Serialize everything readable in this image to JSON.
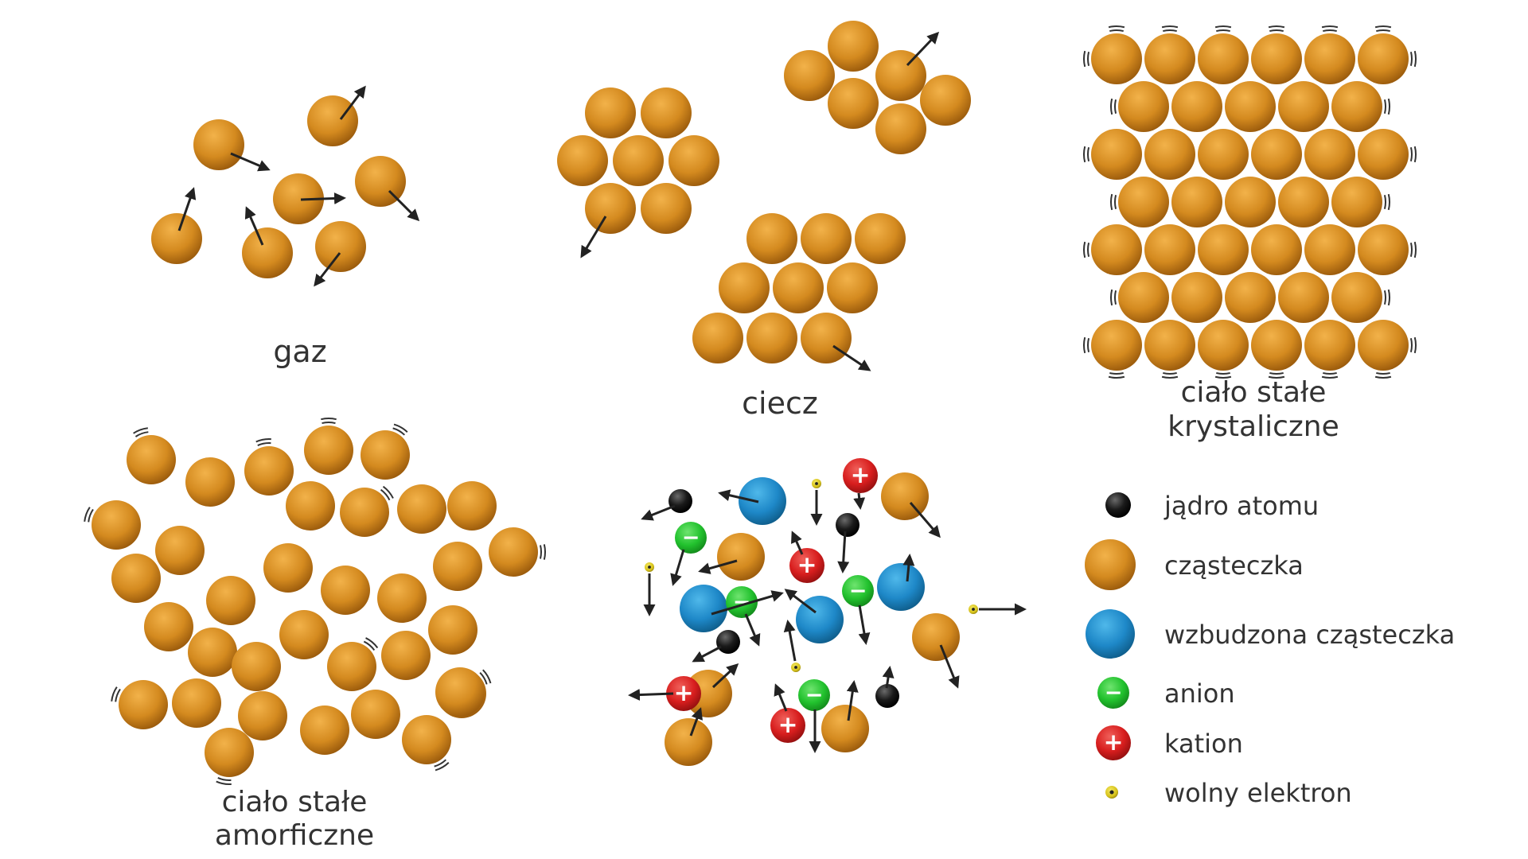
{
  "panels": {
    "gas": "gaz",
    "liquid": "ciecz",
    "crystal_line1": "ciało stałe",
    "crystal_line2": "krystaliczne",
    "amorphous_line1": "ciało stałe",
    "amorphous_line2": "amorficzne"
  },
  "legend": [
    {
      "kind": "nucleus",
      "label": "jądro atomu"
    },
    {
      "kind": "molecule",
      "label": "cząsteczka"
    },
    {
      "kind": "excited",
      "label": "wzbudzona cząsteczka"
    },
    {
      "kind": "anion",
      "label": "anion"
    },
    {
      "kind": "cation",
      "label": "kation"
    },
    {
      "kind": "electron",
      "label": "wolny elektron"
    }
  ],
  "symbols": {
    "plus": "+",
    "minus": "−"
  },
  "colors": {
    "molecule": "#d48a1f",
    "excited": "#1e88c8",
    "anion": "#22c22e",
    "cation": "#d81e1e",
    "nucleus": "#111111",
    "electron": "#d6c21a",
    "arrow": "#222222",
    "text": "#333333"
  }
}
